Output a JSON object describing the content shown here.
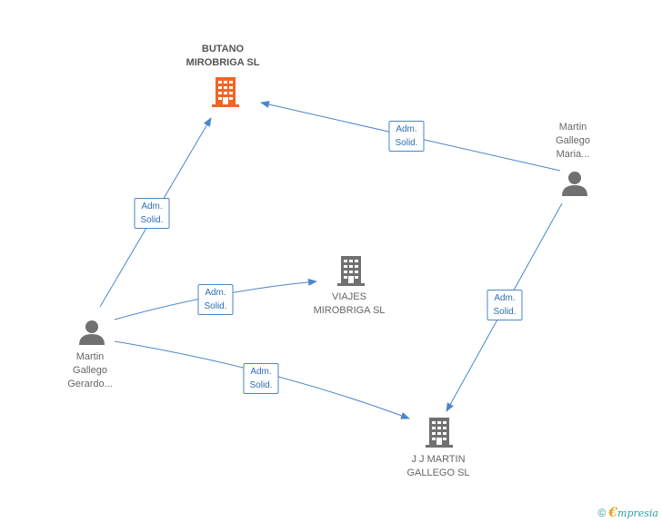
{
  "nodes": {
    "butano": {
      "lines": [
        "BUTANO",
        "MIROBRIGA SL"
      ],
      "type": "company",
      "color": "#f26522"
    },
    "viajes": {
      "lines": [
        "VIAJES",
        "MIROBRIGA SL"
      ],
      "type": "company",
      "color": "#707070"
    },
    "jjmartin": {
      "lines": [
        "J J MARTIN",
        "GALLEGO SL"
      ],
      "type": "company",
      "color": "#707070"
    },
    "maria": {
      "lines": [
        "Martin",
        "Gallego",
        "Maria..."
      ],
      "type": "person",
      "color": "#707070"
    },
    "gerardo": {
      "lines": [
        "Martin",
        "Gallego",
        "Gerardo..."
      ],
      "type": "person",
      "color": "#707070"
    }
  },
  "edges": [
    {
      "id": "gerardo-butano",
      "label": [
        "Adm.",
        "Solid."
      ]
    },
    {
      "id": "gerardo-viajes",
      "label": [
        "Adm.",
        "Solid."
      ]
    },
    {
      "id": "gerardo-jjmartin",
      "label": [
        "Adm.",
        "Solid."
      ]
    },
    {
      "id": "maria-butano",
      "label": [
        "Adm.",
        "Solid."
      ]
    },
    {
      "id": "maria-jjmartin",
      "label": [
        "Adm.",
        "Solid."
      ]
    }
  ],
  "colors": {
    "edge": "#4a86c8",
    "edge_label_text": "#2f6db5"
  },
  "footer": {
    "copyright": "©",
    "brand_e": "€",
    "brand_rest": "mpresia"
  }
}
